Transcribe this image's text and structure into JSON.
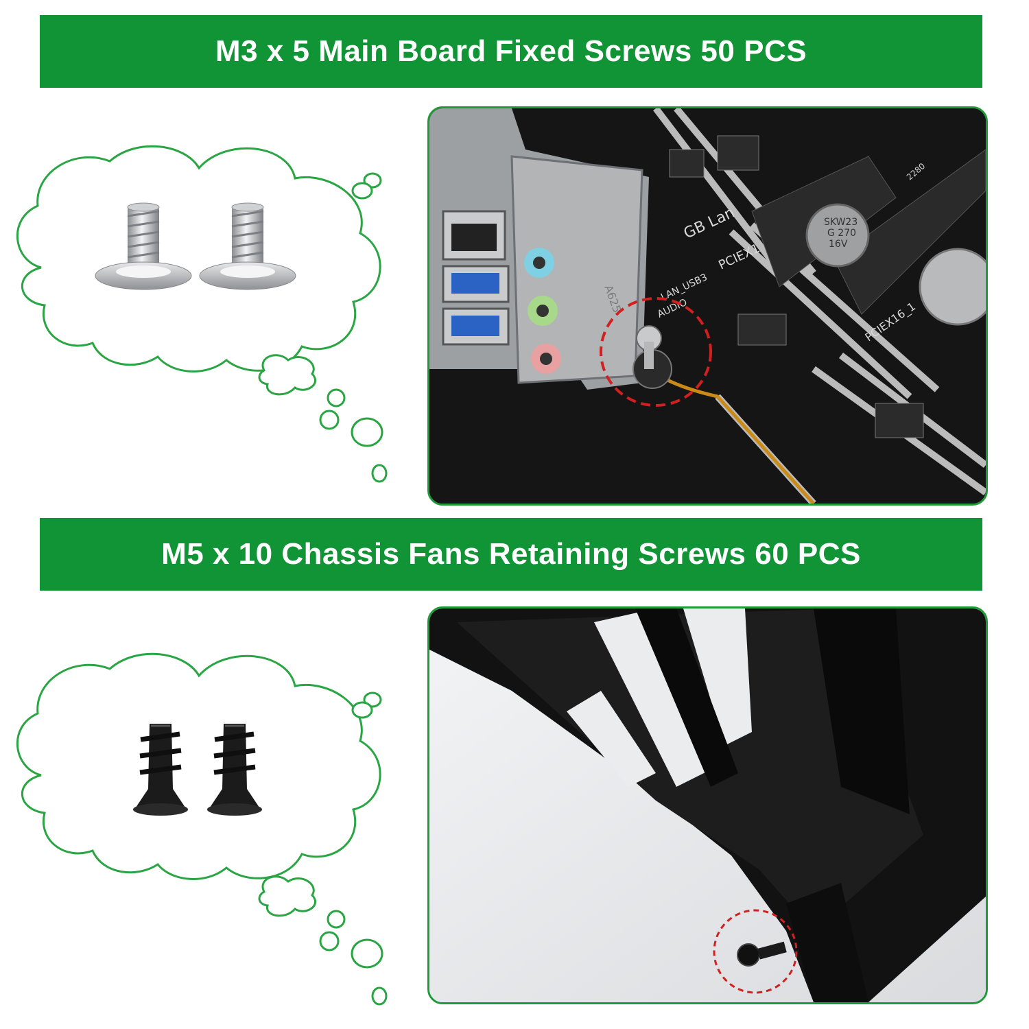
{
  "colors": {
    "brand_green": "#109436",
    "cloud_outline": "#2aa543",
    "highlight_red": "#d02020"
  },
  "sections": [
    {
      "title": "M3 x 5 Main Board Fixed Screws 50 PCS",
      "screw_icon": "silver-pan-head-screw-icon",
      "screw_count_shown": 2,
      "photo": "motherboard-io-area-photo",
      "board_labels": {
        "gb_lan": "GB Lan",
        "pciex1": "PCIEX1",
        "lan_usb3": "LAN_USB3",
        "audio": "AUDIO",
        "pciex16": "PCIEX16_1",
        "cap_marking_1": "SKW23",
        "cap_marking_2": "G 270",
        "cap_marking_3": "16V",
        "slot_mark": "2280",
        "shield_code": "A625"
      }
    },
    {
      "title": "M5 x 10 Chassis Fans Retaining Screws 60 PCS",
      "screw_icon": "black-self-tapping-screw-icon",
      "screw_count_shown": 2,
      "photo": "case-fan-corner-photo"
    }
  ]
}
